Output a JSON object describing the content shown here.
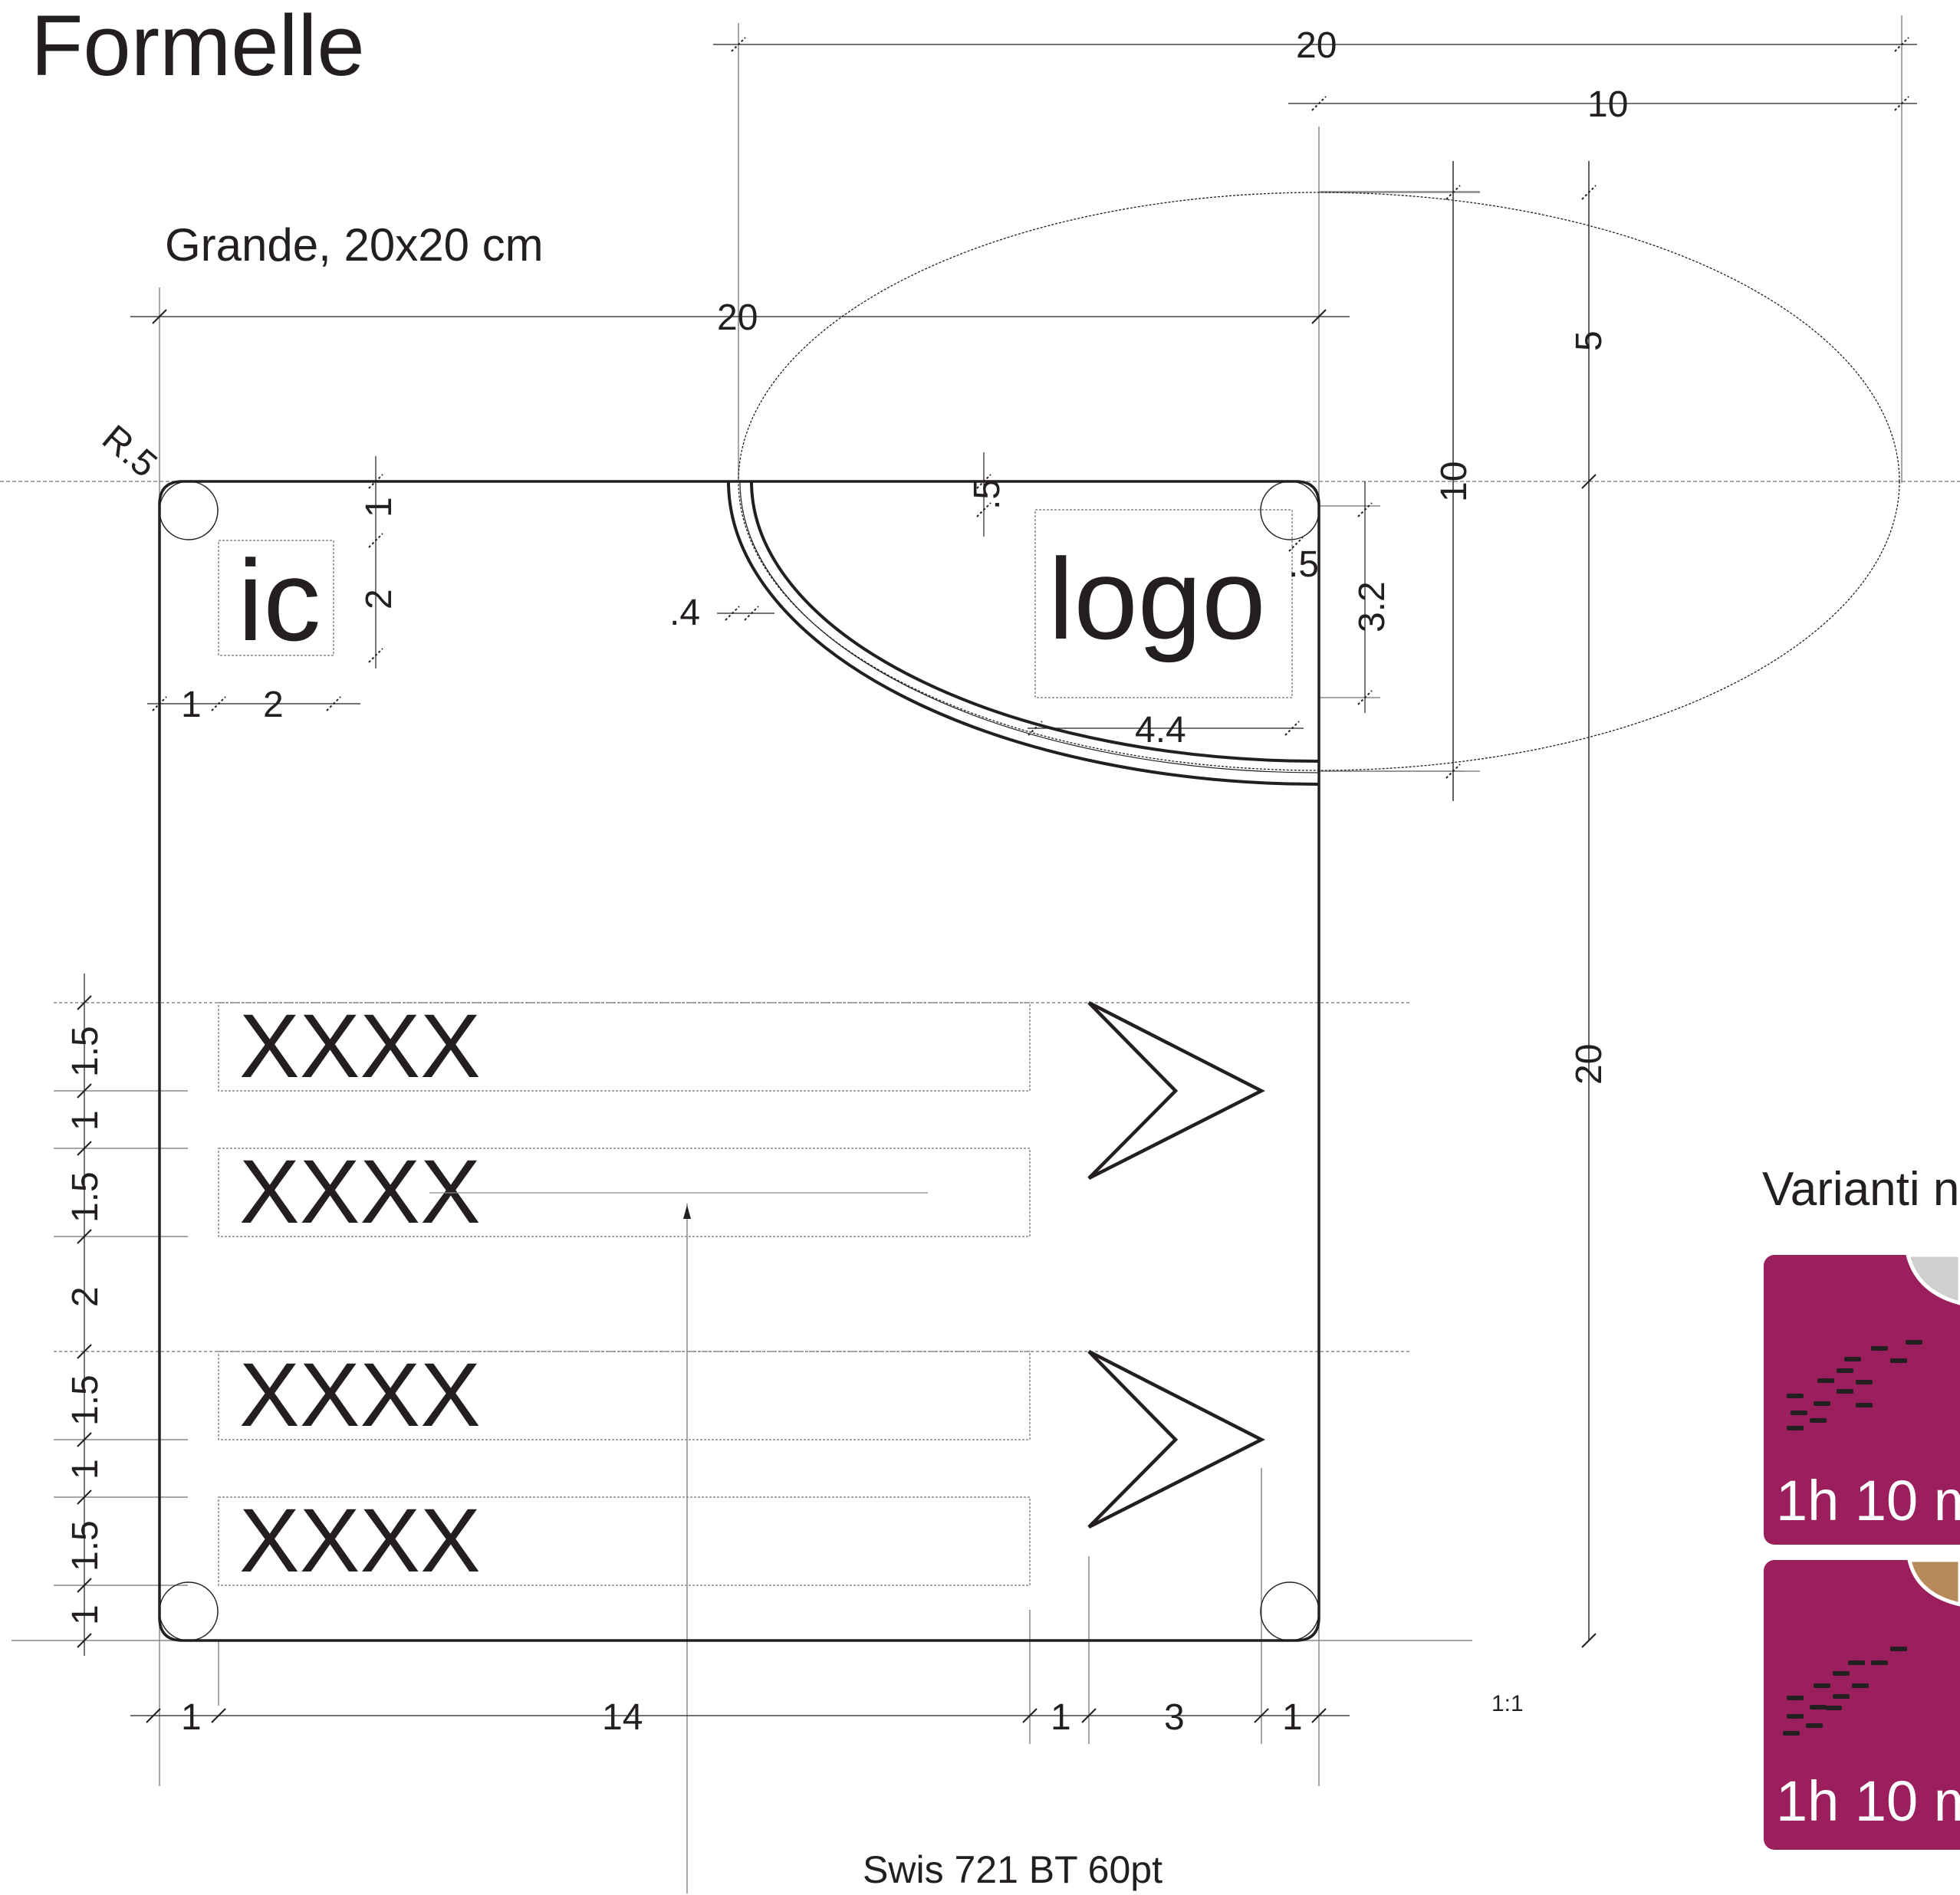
{
  "title": "Formelle",
  "subtitle": "Grande, 20x20 cm",
  "font_note": "Swis 721 BT 60pt",
  "scale": "1:1",
  "variants_heading": "Varianti n",
  "icon_placeholder": "ic",
  "logo_placeholder": "logo",
  "radius_label": "R.5",
  "text_rows": [
    "XXXX",
    "XXXX",
    "XXXX",
    "XXXX"
  ],
  "variant_times": [
    "1h 10 m",
    "1h 10 m"
  ],
  "dimensions": {
    "top_total": "20",
    "top_half": "10",
    "sign_width": "20",
    "ellipse_half_height": "5",
    "ellipse_height": "10",
    "sign_height": "20",
    "icon_top_margin": "1",
    "icon_height": "2",
    "icon_left_margin": "1",
    "icon_width": "2",
    "arc_gap": ".4",
    "arc_top_offset": ".5",
    "logo_right_offset": ".5",
    "logo_height": "3.2",
    "logo_width": "4.4",
    "bottom_left_margin": "1",
    "text_width": "14",
    "arrow_gap": "1",
    "arrow_width": "3",
    "right_margin": "1",
    "left_col_1": "1.5",
    "left_col_2": "1",
    "left_col_3": "1.5",
    "left_col_4": "2",
    "left_col_5": "1.5",
    "left_col_6": "1",
    "left_col_7": "1.5",
    "left_col_8": "1"
  },
  "colors": {
    "ink": "#231f20",
    "guide": "#8a8a8a",
    "variant_bg": "#9b1f5c",
    "variant_text": "#ffffff"
  }
}
